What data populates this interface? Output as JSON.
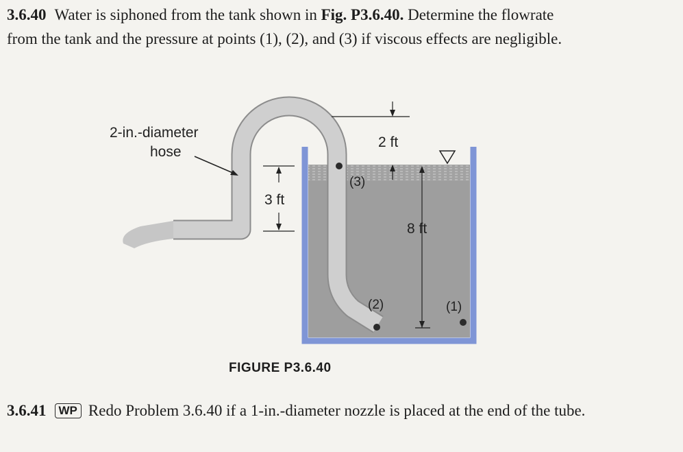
{
  "problem": {
    "number": "3.6.40",
    "text_before_ref": "Water is siphoned from the tank shown in ",
    "fig_ref": "Fig. P3.6.40.",
    "text_after_ref": " Determine the flowrate from the tank and the pressure at points (1), (2), and (3) if viscous effects are negligible."
  },
  "figure": {
    "hose_label_line1": "2-in.-diameter",
    "hose_label_line2": "hose",
    "dim_2ft": "2 ft",
    "dim_3ft": "3 ft",
    "dim_8ft": "8 ft",
    "point_1": "(1)",
    "point_2": "(2)",
    "point_3": "(3)",
    "caption": "FIGURE P3.6.40"
  },
  "next_problem": {
    "number": "3.6.41",
    "badge": "WP",
    "text": "Redo Problem 3.6.40 if a 1-in.-diameter nozzle is placed at the end of the tube."
  },
  "colors": {
    "tank_wall": "#7f95d6",
    "water": "#9d9d9d",
    "hose": "#c9c9c9",
    "page": "#f4f3ef"
  }
}
